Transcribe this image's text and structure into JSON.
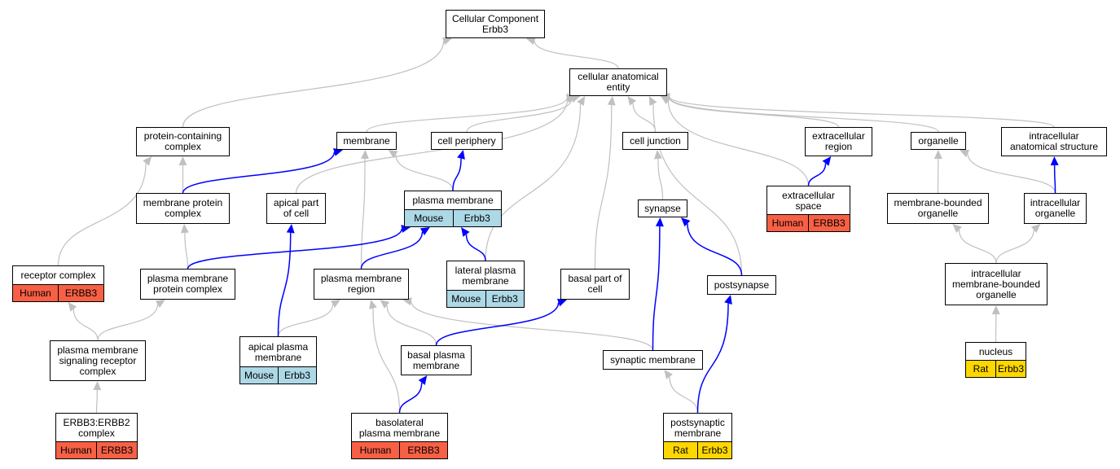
{
  "colors": {
    "edge_grey": "#c0c0c0",
    "edge_blue": "#0000ff",
    "human": "#f86045",
    "mouse": "#add8e6",
    "rat": "#ffd700"
  },
  "nodes": {
    "root": {
      "label": "Cellular Component\nErbb3"
    },
    "cae": {
      "label": "cellular anatomical\nentity"
    },
    "pcc": {
      "label": "protein-containing\ncomplex"
    },
    "membrane": {
      "label": "membrane"
    },
    "cellperiph": {
      "label": "cell periphery"
    },
    "celljunc": {
      "label": "cell junction"
    },
    "extrareg": {
      "label": "extracellular\nregion"
    },
    "organelle": {
      "label": "organelle"
    },
    "intraanat": {
      "label": "intracellular\nanatomical structure"
    },
    "mpc": {
      "label": "membrane protein\ncomplex"
    },
    "apicalpart": {
      "label": "apical part\nof cell"
    },
    "plasmamem": {
      "label": "plasma membrane",
      "species": "Mouse",
      "gene": "Erbb3"
    },
    "synapse": {
      "label": "synapse"
    },
    "extraspace": {
      "label": "extracellular\nspace",
      "species": "Human",
      "gene": "ERBB3"
    },
    "mbo": {
      "label": "membrane-bounded\norganelle"
    },
    "intraorg": {
      "label": "intracellular\norganelle"
    },
    "receptor": {
      "label": "receptor complex",
      "species": "Human",
      "gene": "ERBB3"
    },
    "pmpc": {
      "label": "plasma membrane\nprotein complex"
    },
    "pmregion": {
      "label": "plasma membrane\nregion"
    },
    "lateral": {
      "label": "lateral plasma\nmembrane",
      "species": "Mouse",
      "gene": "Erbb3"
    },
    "basalpart": {
      "label": "basal part of\ncell"
    },
    "postsynapse": {
      "label": "postsynapse"
    },
    "imbo": {
      "label": "intracellular\nmembrane-bounded\norganelle"
    },
    "pmsrc": {
      "label": "plasma membrane\nsignaling receptor\ncomplex"
    },
    "apicalpm": {
      "label": "apical plasma\nmembrane",
      "species": "Mouse",
      "gene": "Erbb3"
    },
    "basalpm": {
      "label": "basal plasma\nmembrane"
    },
    "synmem": {
      "label": "synaptic membrane"
    },
    "nucleus": {
      "label": "nucleus",
      "species": "Rat",
      "gene": "Erbb3"
    },
    "erbb": {
      "label": "ERBB3:ERBB2\ncomplex",
      "species": "Human",
      "gene": "ERBB3"
    },
    "basolat": {
      "label": "basolateral\nplasma membrane",
      "species": "Human",
      "gene": "ERBB3"
    },
    "postsynmem": {
      "label": "postsynaptic\nmembrane",
      "species": "Rat",
      "gene": "Erbb3"
    }
  },
  "edges": [
    {
      "from": "cae",
      "to": "root",
      "type": "is_a"
    },
    {
      "from": "pcc",
      "to": "root",
      "type": "is_a"
    },
    {
      "from": "membrane",
      "to": "cae",
      "type": "is_a"
    },
    {
      "from": "cellperiph",
      "to": "cae",
      "type": "is_a"
    },
    {
      "from": "celljunc",
      "to": "cae",
      "type": "is_a"
    },
    {
      "from": "extrareg",
      "to": "cae",
      "type": "is_a"
    },
    {
      "from": "organelle",
      "to": "cae",
      "type": "is_a"
    },
    {
      "from": "intraanat",
      "to": "cae",
      "type": "is_a"
    },
    {
      "from": "apicalpart",
      "to": "cae",
      "type": "is_a"
    },
    {
      "from": "lateral",
      "to": "cae",
      "type": "is_a"
    },
    {
      "from": "basalpart",
      "to": "cae",
      "type": "is_a"
    },
    {
      "from": "postsynapse",
      "to": "cae",
      "type": "is_a"
    },
    {
      "from": "extraspace",
      "to": "cae",
      "type": "is_a"
    },
    {
      "from": "mpc",
      "to": "pcc",
      "type": "is_a"
    },
    {
      "from": "receptor",
      "to": "pcc",
      "type": "is_a"
    },
    {
      "from": "plasmamem",
      "to": "membrane",
      "type": "is_a"
    },
    {
      "from": "pmregion",
      "to": "membrane",
      "type": "is_a"
    },
    {
      "from": "pmpc",
      "to": "mpc",
      "type": "is_a"
    },
    {
      "from": "pmsrc",
      "to": "receptor",
      "type": "is_a"
    },
    {
      "from": "pmsrc",
      "to": "pmpc",
      "type": "is_a"
    },
    {
      "from": "erbb",
      "to": "pmsrc",
      "type": "is_a"
    },
    {
      "from": "apicalpm",
      "to": "pmregion",
      "type": "is_a"
    },
    {
      "from": "basalpm",
      "to": "pmregion",
      "type": "is_a"
    },
    {
      "from": "basolat",
      "to": "pmregion",
      "type": "is_a"
    },
    {
      "from": "synmem",
      "to": "pmregion",
      "type": "is_a"
    },
    {
      "from": "postsynmem",
      "to": "synmem",
      "type": "is_a"
    },
    {
      "from": "synapse",
      "to": "celljunc",
      "type": "is_a"
    },
    {
      "from": "mbo",
      "to": "organelle",
      "type": "is_a"
    },
    {
      "from": "intraorg",
      "to": "organelle",
      "type": "is_a"
    },
    {
      "from": "imbo",
      "to": "mbo",
      "type": "is_a"
    },
    {
      "from": "imbo",
      "to": "intraorg",
      "type": "is_a"
    },
    {
      "from": "nucleus",
      "to": "imbo",
      "type": "is_a"
    },
    {
      "from": "mpc",
      "to": "membrane",
      "type": "part_of"
    },
    {
      "from": "plasmamem",
      "to": "cellperiph",
      "type": "part_of"
    },
    {
      "from": "pmpc",
      "to": "plasmamem",
      "type": "part_of"
    },
    {
      "from": "pmregion",
      "to": "plasmamem",
      "type": "part_of"
    },
    {
      "from": "lateral",
      "to": "plasmamem",
      "type": "part_of"
    },
    {
      "from": "apicalpm",
      "to": "apicalpart",
      "type": "part_of"
    },
    {
      "from": "basalpm",
      "to": "basalpart",
      "type": "part_of"
    },
    {
      "from": "basolat",
      "to": "basalpm",
      "type": "part_of"
    },
    {
      "from": "synmem",
      "to": "synapse",
      "type": "part_of"
    },
    {
      "from": "postsynapse",
      "to": "synapse",
      "type": "part_of"
    },
    {
      "from": "postsynmem",
      "to": "postsynapse",
      "type": "part_of"
    },
    {
      "from": "extraspace",
      "to": "extrareg",
      "type": "part_of"
    },
    {
      "from": "intraorg",
      "to": "intraanat",
      "type": "part_of"
    }
  ]
}
